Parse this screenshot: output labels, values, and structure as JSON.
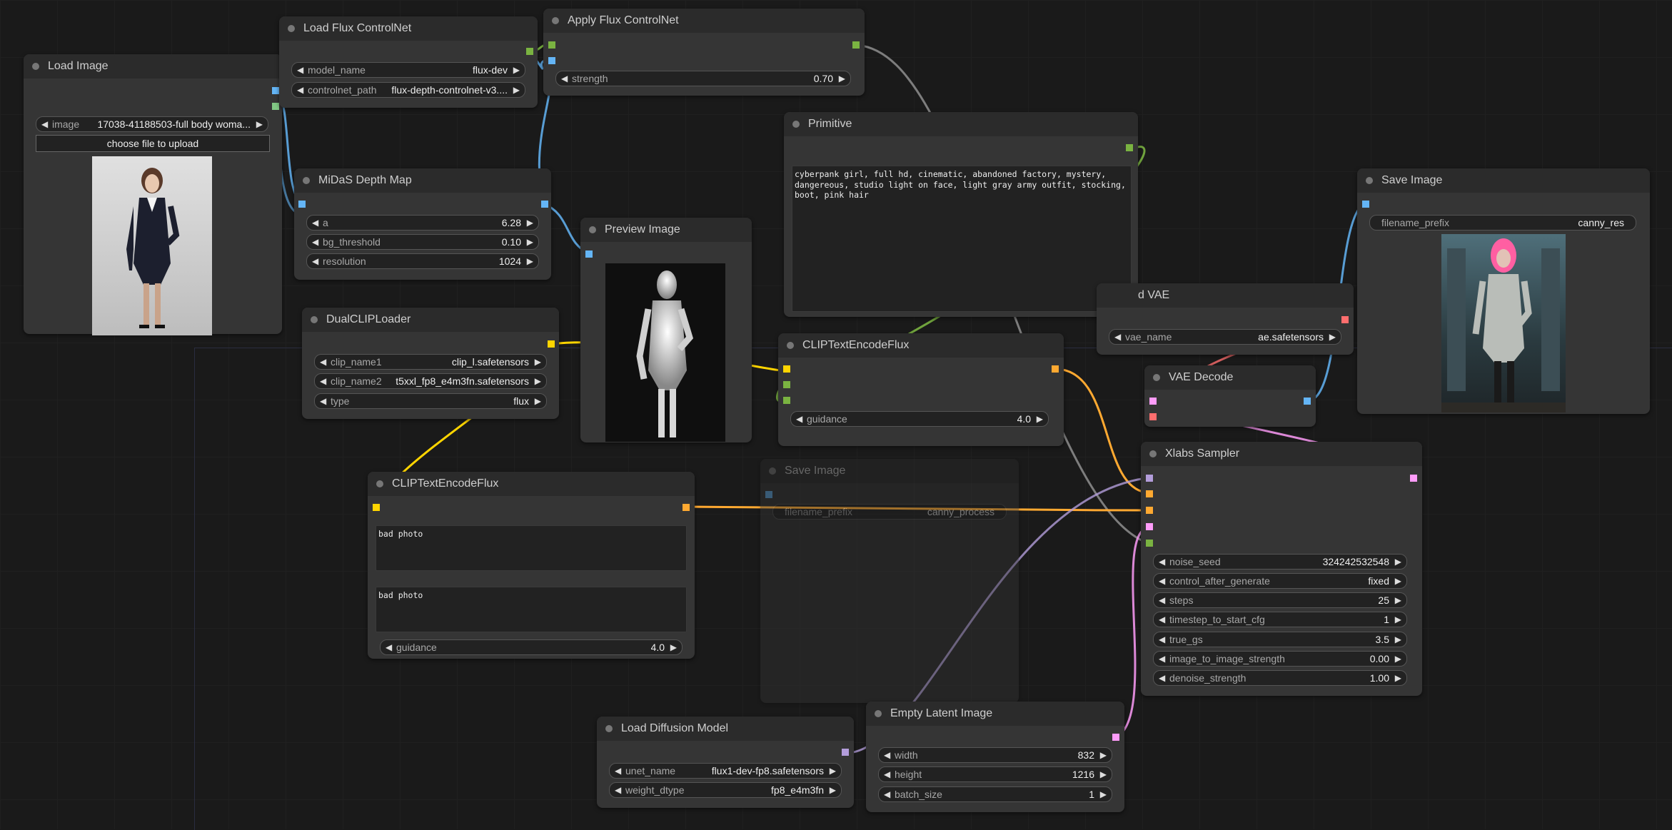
{
  "colors": {
    "canvas_bg": "#1a1a1a",
    "node_bg": "#353535",
    "node_title_bg": "#2b2b2b",
    "link_image": "#64b5f6",
    "link_clip": "#ffd500",
    "link_conditioning": "#ffa931",
    "link_model": "#b39ddb",
    "link_latent": "#ff9cf9",
    "link_vae": "#ff6e6e",
    "link_controlnet": "#7ab341",
    "link_string": "#8ca686"
  },
  "nodes": {
    "load_image": {
      "title": "Load Image",
      "image_label": "image",
      "image_value": "17038-41188503-full body woma...",
      "upload_label": "choose file to upload"
    },
    "load_flux_controlnet": {
      "title": "Load Flux ControlNet",
      "model_name_label": "model_name",
      "model_name_value": "flux-dev",
      "controlnet_path_label": "controlnet_path",
      "controlnet_path_value": "flux-depth-controlnet-v3...."
    },
    "apply_flux_controlnet": {
      "title": "Apply Flux ControlNet",
      "strength_label": "strength",
      "strength_value": "0.70"
    },
    "midas_depth_map": {
      "title": "MiDaS Depth Map",
      "a_label": "a",
      "a_value": "6.28",
      "bg_threshold_label": "bg_threshold",
      "bg_threshold_value": "0.10",
      "resolution_label": "resolution",
      "resolution_value": "1024"
    },
    "dual_clip_loader": {
      "title": "DualCLIPLoader",
      "clip_name1_label": "clip_name1",
      "clip_name1_value": "clip_l.safetensors",
      "clip_name2_label": "clip_name2",
      "clip_name2_value": "t5xxl_fp8_e4m3fn.safetensors",
      "type_label": "type",
      "type_value": "flux"
    },
    "preview_image": {
      "title": "Preview Image"
    },
    "primitive": {
      "title": "Primitive",
      "text": "cyberpank girl, full hd, cinematic, abandoned factory, mystery, dangereous, studio light on face, light gray army outfit, stocking, boot, pink hair"
    },
    "clip_text_encode_flux_pos": {
      "title": "CLIPTextEncodeFlux",
      "guidance_label": "guidance",
      "guidance_value": "4.0"
    },
    "clip_text_encode_flux_neg": {
      "title": "CLIPTextEncodeFlux",
      "clip_l_text": "bad photo",
      "t5xxl_text": "bad photo",
      "guidance_label": "guidance",
      "guidance_value": "4.0"
    },
    "save_image_bypassed": {
      "title": "Save Image",
      "filename_prefix_label": "filename_prefix",
      "filename_prefix_value": "canny_process"
    },
    "load_vae": {
      "title": "d VAE",
      "vae_name_label": "vae_name",
      "vae_name_value": "ae.safetensors"
    },
    "vae_decode": {
      "title": "VAE Decode"
    },
    "save_image": {
      "title": "Save Image",
      "filename_prefix_label": "filename_prefix",
      "filename_prefix_value": "canny_res"
    },
    "xlabs_sampler": {
      "title": "Xlabs Sampler",
      "widgets": [
        {
          "label": "noise_seed",
          "value": "324242532548"
        },
        {
          "label": "control_after_generate",
          "value": "fixed"
        },
        {
          "label": "steps",
          "value": "25"
        },
        {
          "label": "timestep_to_start_cfg",
          "value": "1"
        },
        {
          "label": "true_gs",
          "value": "3.5"
        },
        {
          "label": "image_to_image_strength",
          "value": "0.00"
        },
        {
          "label": "denoise_strength",
          "value": "1.00"
        }
      ]
    },
    "load_diffusion_model": {
      "title": "Load Diffusion Model",
      "unet_name_label": "unet_name",
      "unet_name_value": "flux1-dev-fp8.safetensors",
      "weight_dtype_label": "weight_dtype",
      "weight_dtype_value": "fp8_e4m3fn"
    },
    "empty_latent_image": {
      "title": "Empty Latent Image",
      "width_label": "width",
      "width_value": "832",
      "height_label": "height",
      "height_value": "1216",
      "batch_size_label": "batch_size",
      "batch_size_value": "1"
    }
  }
}
